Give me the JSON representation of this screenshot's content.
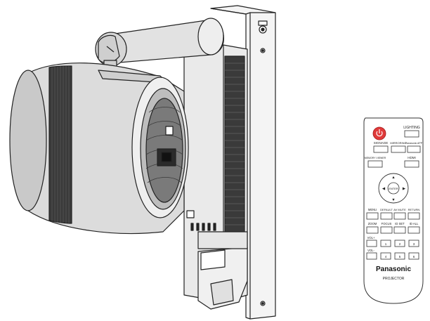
{
  "product_image": {
    "device": "wall-mounted-projector",
    "accessory": "remote-control"
  },
  "remote": {
    "colors": {
      "power": "#e03a3a",
      "body": "#ffffff",
      "outline": "#333333"
    },
    "power_icon": "power-icon",
    "lighting_label": "LIGHTING",
    "row1": [
      "SIGNAGE",
      "MIRRORING",
      "Panasonic APP"
    ],
    "row2": [
      "MEMORY VIEWER",
      "HDMI"
    ],
    "dpad": {
      "center": "ENTER",
      "up": "▲",
      "down": "▼",
      "left": "◀",
      "right": "▶"
    },
    "row3": [
      "MENU",
      "DEFAULT",
      "AV MUTE",
      "RETURN"
    ],
    "row4": [
      "ZOOM",
      "FOCUS",
      "ID SET",
      "ID ALL"
    ],
    "vol_plus": "VOL+",
    "vol_minus": "VOL-",
    "num_row1": [
      "1",
      "2",
      "3"
    ],
    "num_row2": [
      "4",
      "5",
      "6"
    ],
    "brand": "Panasonic",
    "model": "PROJECTOR"
  }
}
